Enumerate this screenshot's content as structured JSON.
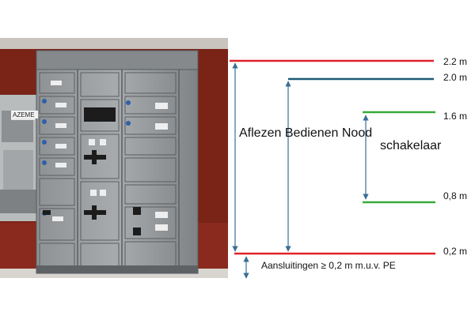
{
  "photo": {
    "subject": "switchgear cabinet",
    "nameplate_text": "AZEME"
  },
  "levels": [
    {
      "label": "2.2 m",
      "color": "#e0222a"
    },
    {
      "label": "2.0 m",
      "color": "#1e5a78"
    },
    {
      "label": "1.6 m",
      "color": "#3aab3a"
    },
    {
      "label": "0,8 m",
      "color": "#3aab3a"
    },
    {
      "label": "0,2 m",
      "color": "#e0222a"
    }
  ],
  "zones": {
    "main_label": "Aflezen Bedienen Nood",
    "emergency_label": "schakelaar",
    "connections_label": "Aansluitingen ≥ 0,2 m m.u.v. PE"
  },
  "colors": {
    "arrow": "#3a6e94",
    "floor": "#8a2a1e",
    "wall": "#7a2418",
    "cabinet": "#9ea2a4"
  }
}
